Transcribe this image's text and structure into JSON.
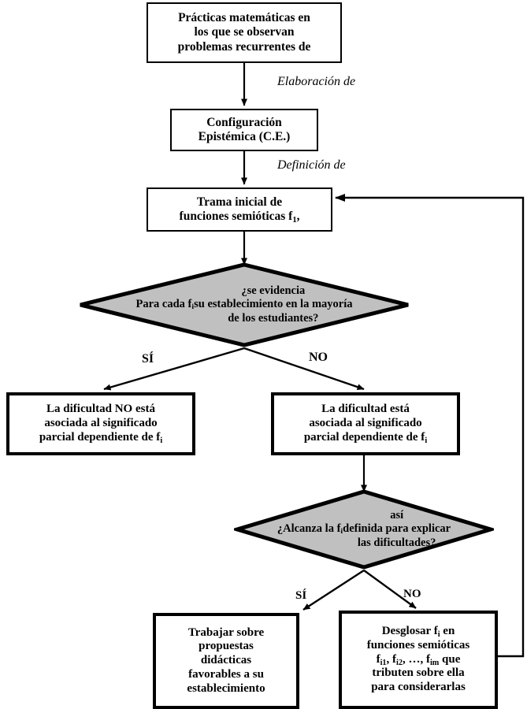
{
  "diagram": {
    "title": "Diagrama de flujo - Configuración epistémica y funciones semióticas",
    "colors": {
      "decision_fill": "#c0c0c0",
      "stroke": "#000000",
      "process_fill": "#ffffff"
    },
    "nodes": {
      "practicas": {
        "type": "process",
        "lines": [
          "Prácticas matemáticas en",
          "los que se observan",
          "problemas recurrentes de"
        ]
      },
      "configuracion": {
        "type": "process",
        "lines": [
          "Configuración",
          "Epistémica (C.E.)"
        ]
      },
      "trama": {
        "type": "process",
        "lines": [
          "Trama inicial de",
          "funciones semióticas f<sub>1</sub>,"
        ]
      },
      "evidencia": {
        "type": "decision",
        "lines": [
          "Para cada f<sub>i</sub> ¿se evidencia",
          "su establecimiento en la mayoría",
          "de los estudiantes?"
        ]
      },
      "no_asociada": {
        "type": "process",
        "lines": [
          "La dificultad NO está",
          "asociada al significado",
          "parcial dependiente de f<sub>i</sub>"
        ]
      },
      "si_asociada": {
        "type": "process",
        "lines": [
          "La dificultad está",
          "asociada al significado",
          "parcial dependiente de f<sub>i</sub>"
        ]
      },
      "alcanza": {
        "type": "decision",
        "lines": [
          "¿Alcanza la f<sub>i</sub> así",
          "definida para explicar",
          "las dificultades?"
        ]
      },
      "trabajar": {
        "type": "process",
        "lines": [
          "Trabajar sobre",
          "propuestas",
          "didácticas",
          "favorables a su",
          "establecimiento"
        ]
      },
      "desglosar": {
        "type": "process",
        "lines": [
          "Desglosar f<sub>i</sub> en",
          "funciones semióticas",
          "f<sub>i1</sub>, f<sub>i2</sub>, …, f<sub>im</sub>  que",
          "tributen sobre ella",
          "para considerarlas"
        ]
      }
    },
    "edge_labels": {
      "elaboracion": "Elaboración de",
      "definicion": "Definición de",
      "si_1": "SÍ",
      "no_1": "NO",
      "si_2": "SÍ",
      "no_2": "NO"
    }
  }
}
